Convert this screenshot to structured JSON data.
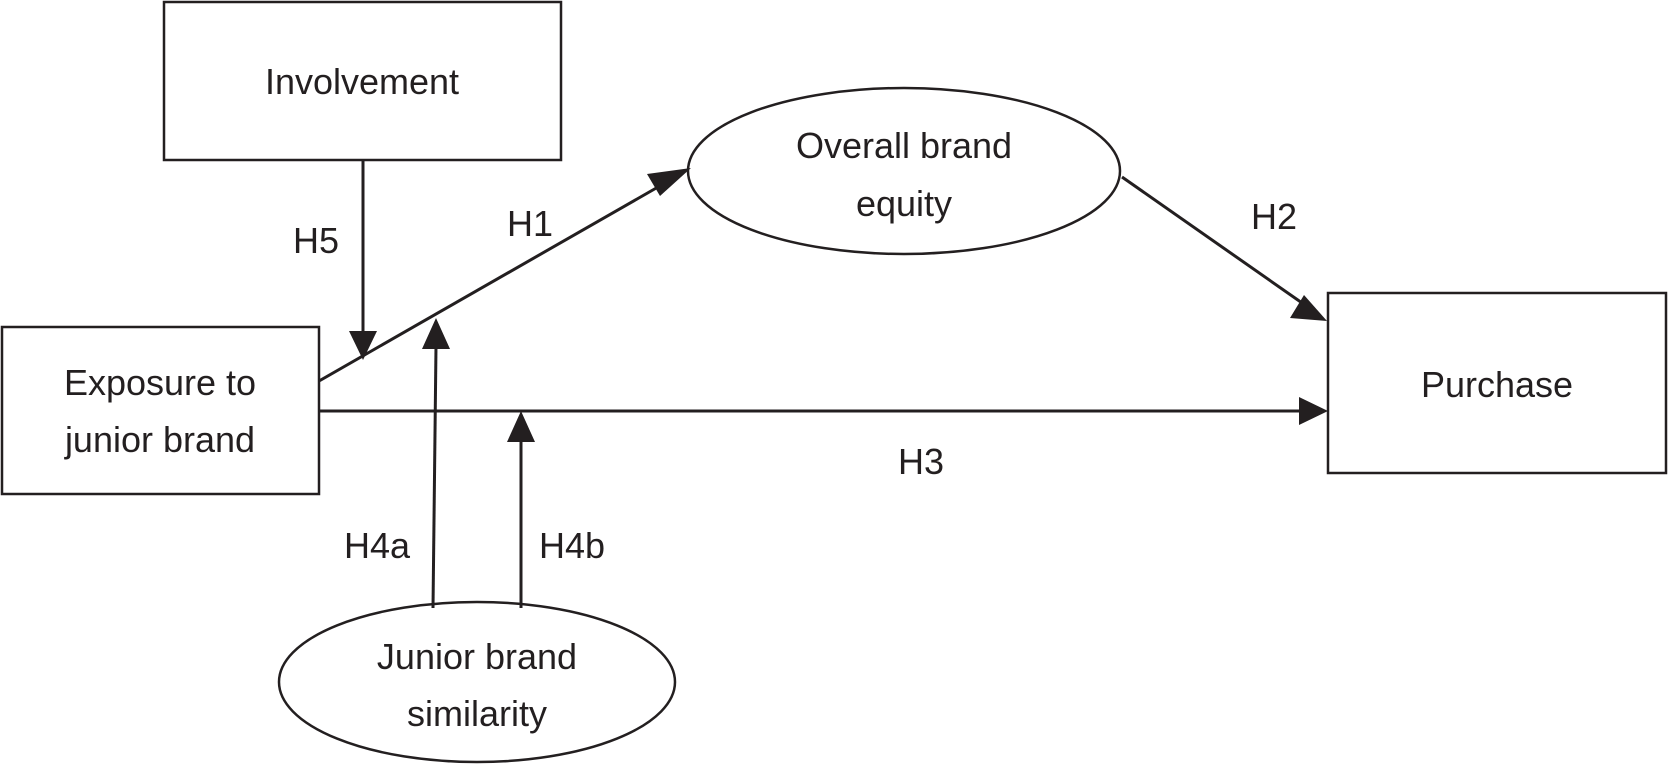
{
  "nodes": {
    "involvement": {
      "label": "Involvement"
    },
    "brand_equity": {
      "line1": "Overall brand",
      "line2": "equity"
    },
    "exposure": {
      "line1": "Exposure to",
      "line2": "junior brand"
    },
    "purchase": {
      "label": "Purchase"
    },
    "similarity": {
      "line1": "Junior brand",
      "line2": "similarity"
    }
  },
  "edges": {
    "h1": {
      "label": "H1"
    },
    "h2": {
      "label": "H2"
    },
    "h3": {
      "label": "H3"
    },
    "h4a": {
      "label": "H4a"
    },
    "h4b": {
      "label": "H4b"
    },
    "h5": {
      "label": "H5"
    }
  },
  "colors": {
    "stroke": "#231f20",
    "background": "#ffffff"
  }
}
